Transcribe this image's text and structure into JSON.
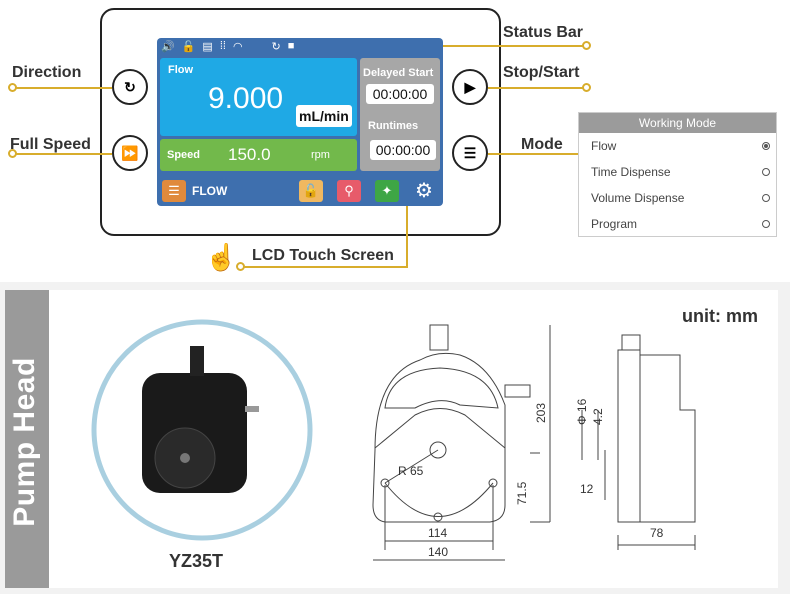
{
  "callouts": {
    "direction": "Direction",
    "full_speed": "Full Speed",
    "status_bar": "Status Bar",
    "stop_start": "Stop/Start",
    "mode": "Mode",
    "lcd": "LCD Touch Screen"
  },
  "screen": {
    "status_icons": [
      "speaker-icon",
      "unlock-icon",
      "monitor-icon",
      "grid-icon",
      "wifi-icon",
      "refresh-icon",
      "stop-icon"
    ],
    "flow_label": "Flow",
    "flow_value": "9.000",
    "flow_unit": "mL/min",
    "speed_label": "Speed",
    "speed_value": "150.0",
    "speed_unit": "rpm",
    "delayed_label": "Delayed Start",
    "delayed_value": "00:00:00",
    "runtimes_label": "Runtimes",
    "runtimes_value": "00:00:00",
    "mode_text": "FLOW",
    "colors": {
      "flow": "#1fa9e5",
      "speed": "#72b94b",
      "panel": "#3e6fae"
    }
  },
  "working_mode": {
    "title": "Working Mode",
    "items": [
      {
        "label": "Flow",
        "selected": true
      },
      {
        "label": "Time Dispense",
        "selected": false
      },
      {
        "label": "Volume Dispense",
        "selected": false
      },
      {
        "label": "Program",
        "selected": false
      }
    ]
  },
  "pump_head": {
    "title": "Pump Head",
    "model": "YZ35T",
    "unit": "unit: mm",
    "dims": {
      "radius": "R 65",
      "height": "203",
      "center": "71.5",
      "holes": "114",
      "width": "140",
      "dia": "Φ 16",
      "thick": "4.2",
      "offset": "12",
      "depth": "78"
    }
  }
}
